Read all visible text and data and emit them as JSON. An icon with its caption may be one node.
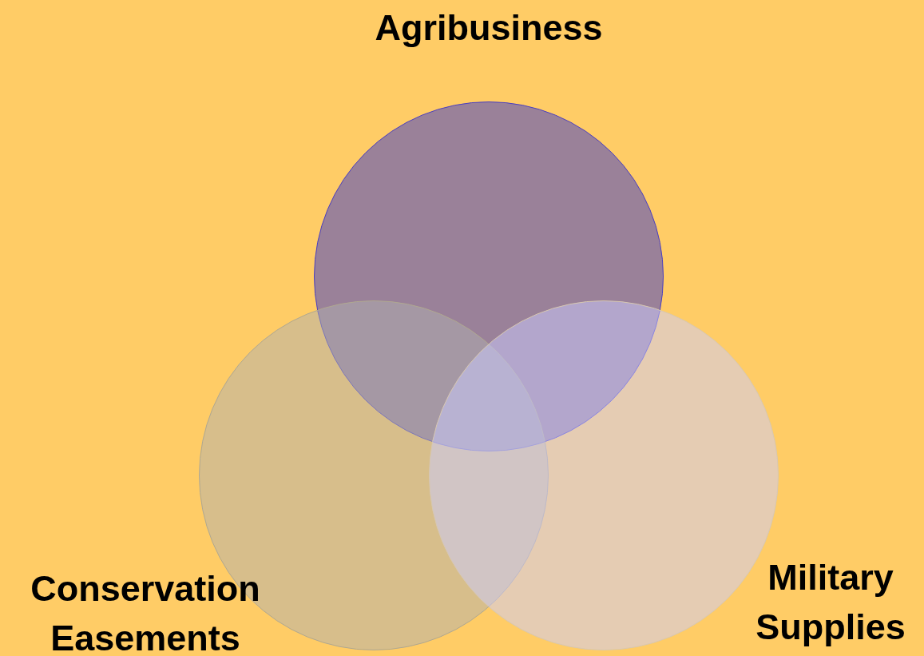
{
  "diagram": {
    "nodes": [
      {
        "text": [
          "Agribusiness"
        ]
      },
      {
        "text": [
          "Conservation Easements"
        ]
      },
      {
        "text": [
          "Military Supplies"
        ]
      }
    ]
  }
}
